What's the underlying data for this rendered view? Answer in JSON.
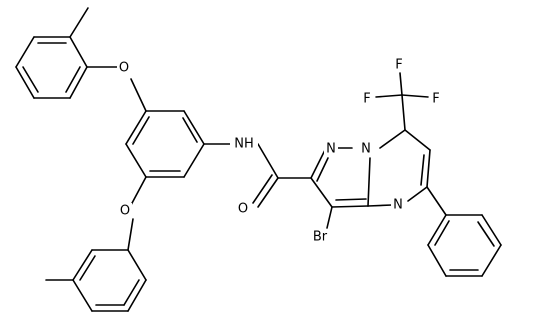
{
  "structure": {
    "atom_labels": {
      "o_upper": "O",
      "o_lower": "O",
      "nh": "NH",
      "o_amide": "O",
      "n_pyrazole": "N",
      "n_bridge": "N",
      "n_pyrimidine": "N",
      "br": "Br",
      "f_top": "F",
      "f_left": "F",
      "f_right": "F"
    }
  }
}
